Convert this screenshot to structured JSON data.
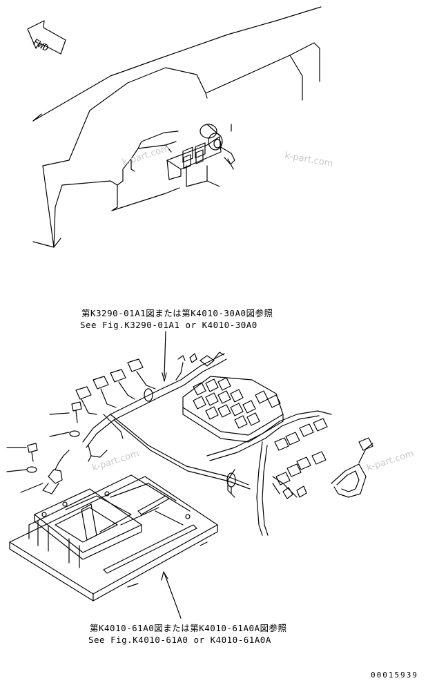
{
  "direction_label": "FWD",
  "watermarks": [
    "k-part.com",
    "k-part.com",
    "k-part.com",
    "k-part.com"
  ],
  "callouts": {
    "upper": {
      "jp": "第K3290-01A1図または第K4010-30A0図参照",
      "en": "See Fig.K3290-01A1 or K4010-30A0"
    },
    "lower": {
      "jp": "第K4010-61A0図または第K4010-61A0A図参照",
      "en": "See Fig.K4010-61A0 or K4010-61A0A"
    }
  },
  "drawing_number": "00015939"
}
